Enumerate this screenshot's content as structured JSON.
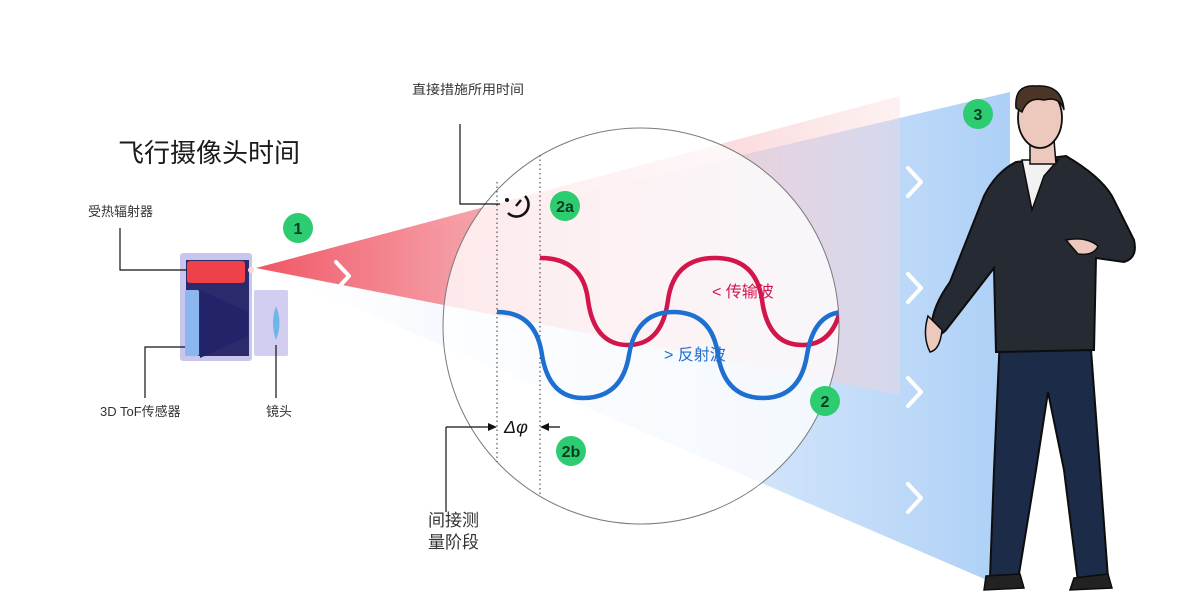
{
  "title": "飞行摄像头时间",
  "camera": {
    "label_receiver": "受热辐射器",
    "label_sensor": "3D ToF传感器",
    "label_lens": "镜头"
  },
  "direct": {
    "label": "直接措施所用时间"
  },
  "indirect": {
    "label_line1": "间接测",
    "label_line2": "量阶段"
  },
  "waves": {
    "transmit_label": "< 传输波",
    "reflect_label": "> 反射波",
    "phase_symbol": "Δφ",
    "transmit_color": "#d2164c",
    "reflect_color": "#1d6fd0"
  },
  "badges": {
    "b1": "1",
    "b2": "2",
    "b2a": "2a",
    "b2b": "2b",
    "b3": "3"
  },
  "colors": {
    "badge": "#2ecc71",
    "beam_red": "#f39a9f",
    "beam_blue": "#9ec8f5",
    "person_jacket": "#262b33",
    "person_pants": "#1c2b47"
  },
  "icons": {
    "timer": "stopwatch-icon",
    "chevron": "chevron-right-icon"
  }
}
